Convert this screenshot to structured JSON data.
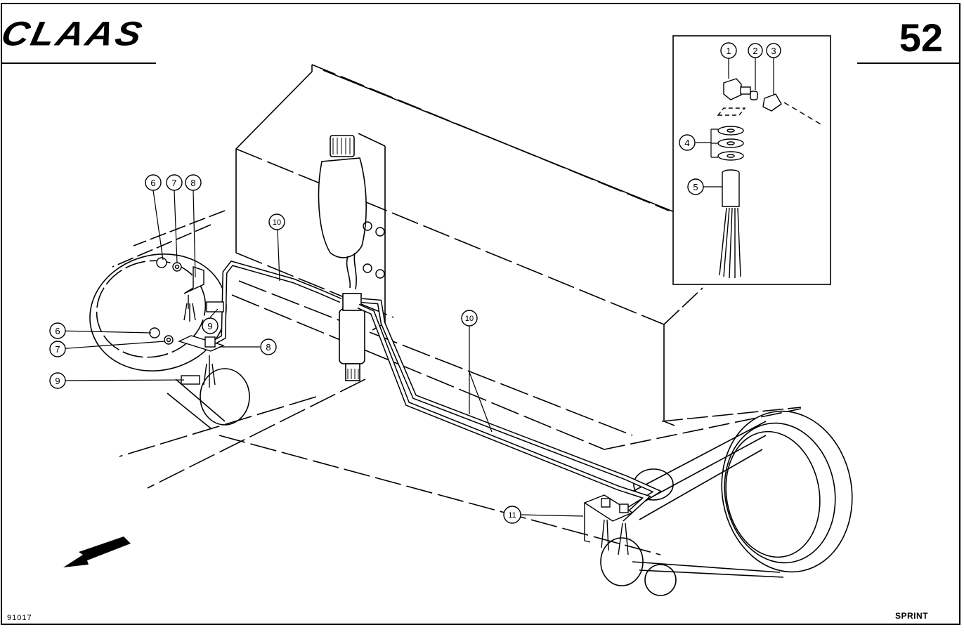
{
  "header": {
    "brand": "CLAAS",
    "page_number": "52"
  },
  "footer": {
    "drawing_code": "91017",
    "model": "SPRINT"
  },
  "callouts": [
    {
      "label": "1"
    },
    {
      "label": "2"
    },
    {
      "label": "3"
    },
    {
      "label": "4"
    },
    {
      "label": "5"
    },
    {
      "label": "6"
    },
    {
      "label": "7"
    },
    {
      "label": "8"
    },
    {
      "label": "9"
    },
    {
      "label": "10"
    },
    {
      "label": "10"
    },
    {
      "label": "6"
    },
    {
      "label": "7"
    },
    {
      "label": "8"
    },
    {
      "label": "9"
    },
    {
      "label": "11"
    }
  ]
}
